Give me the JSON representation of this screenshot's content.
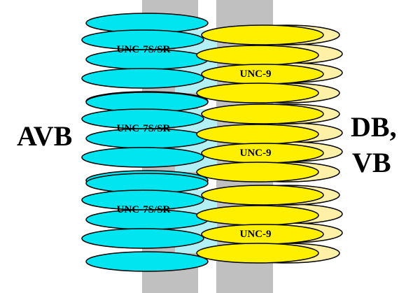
{
  "labels": {
    "left_cell": "AVB",
    "right_cell_line1": "DB,",
    "right_cell_line2": "VB"
  },
  "channels": [
    {
      "left_protein": "UNC-7S/SR",
      "right_protein": "UNC-9"
    },
    {
      "left_protein": "UNC-7S/SR",
      "right_protein": "UNC-9"
    },
    {
      "left_protein": "UNC-7S/SR",
      "right_protein": "UNC-9"
    }
  ],
  "colors": {
    "membrane": "#c0c0c0",
    "unc7": "#00e5f0",
    "unc7_shadow": "#b3f0f5",
    "unc9": "#fff000",
    "unc9_shadow": "#fff0a8",
    "outline": "#000000"
  }
}
